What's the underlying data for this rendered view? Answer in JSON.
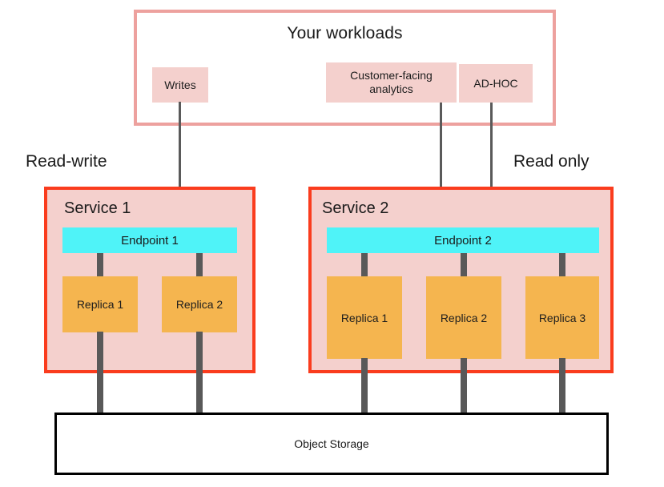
{
  "diagram": {
    "title": "Your workloads",
    "workload_chips": [
      {
        "label": "Writes",
        "name": "workload-writes"
      },
      {
        "label": "Customer-facing analytics",
        "name": "workload-customer-facing-analytics"
      },
      {
        "label": "AD-HOC",
        "name": "workload-ad-hoc"
      }
    ],
    "access_labels": {
      "read_write": "Read-write",
      "read_only": "Read only"
    },
    "services": [
      {
        "title": "Service 1",
        "endpoint": "Endpoint 1",
        "replicas": [
          "Replica 1",
          "Replica 2"
        ]
      },
      {
        "title": "Service 2",
        "endpoint": "Endpoint 2",
        "replicas": [
          "Replica 1",
          "Replica 2",
          "Replica 3"
        ]
      }
    ],
    "storage": {
      "label": "Object Storage"
    },
    "colors": {
      "workload_border": "#eda19e",
      "chip_fill": "#f4d0cd",
      "service_border": "#fa3c1e",
      "service_fill": "#f4d0cd",
      "endpoint_fill": "#4ff3f8",
      "replica_fill": "#f5b54f",
      "connector": "#595959",
      "arrow": "#5a5a5a",
      "storage_border": "#000000",
      "background": "#ffffff"
    }
  }
}
